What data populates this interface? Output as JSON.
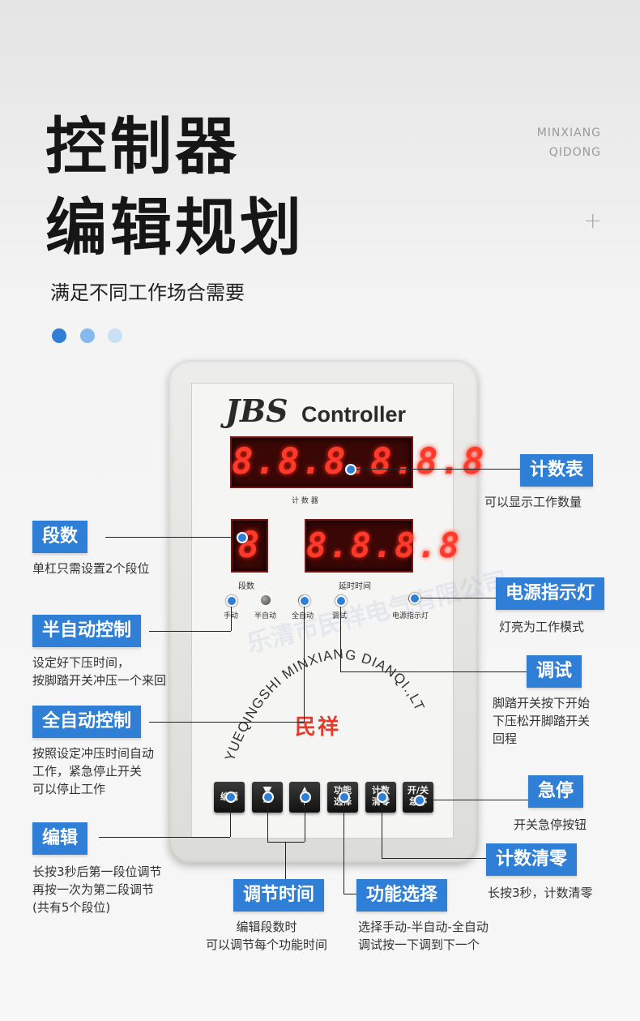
{
  "heading": {
    "line1": "控制器",
    "line2": "编辑规划",
    "subtitle": "满足不同工作场合需要"
  },
  "brand": {
    "line1": "MINXIANG",
    "line2": "QIDONG",
    "plus": "+"
  },
  "accent_colors": [
    "#2f7fd6",
    "#86b9ee",
    "#c9e0f7"
  ],
  "device": {
    "logo_jbs": "JBS",
    "logo_controller": "Controller",
    "counter_display": "8.8.8.8.8.8",
    "counter_label": "计 数 器",
    "segment_display": "8",
    "segment_label": "段数",
    "delay_display": "8.8.8.8",
    "delay_label": "延时时间",
    "mode_leds": [
      "手动",
      "半自动",
      "全自动",
      "调试"
    ],
    "power_led_label": "电源指示灯",
    "company_arc": "YUEQINGSHI MINXIANG DIANQI.,LTD",
    "brand_cn": "民祥",
    "watermark": "乐清市民祥电气有限公司",
    "buttons": [
      {
        "top": "编辑",
        "bottom": ""
      },
      {
        "top": "▼",
        "bottom": "—"
      },
      {
        "top": "▲",
        "bottom": "+"
      },
      {
        "top": "功能",
        "bottom": "选择"
      },
      {
        "top": "计数",
        "bottom": "清零"
      },
      {
        "top": "开/关",
        "bottom": "急停"
      }
    ]
  },
  "annotations": {
    "counter": {
      "title": "计数表",
      "desc": "可以显示工作数量"
    },
    "segment": {
      "title": "段数",
      "desc": "单杠只需设置2个段位"
    },
    "power": {
      "title": "电源指示灯",
      "desc": "灯亮为工作模式"
    },
    "semi_auto": {
      "title": "半自动控制",
      "desc": "设定好下压时间，\n按脚踏开关冲压一个来回"
    },
    "debug": {
      "title": "调试",
      "desc": "脚踏开关按下开始\n下压松开脚踏开关\n回程"
    },
    "full_auto": {
      "title": "全自动控制",
      "desc": "按照设定冲压时间自动\n工作，紧急停止开关\n可以停止工作"
    },
    "estop": {
      "title": "急停",
      "desc": "开关急停按钮"
    },
    "edit": {
      "title": "编辑",
      "desc": "长按3秒后第一段位调节\n再按一次为第二段调节\n(共有5个段位)"
    },
    "count_reset": {
      "title": "计数清零",
      "desc": "长按3秒，计数清零"
    },
    "adjust_time": {
      "title": "调节时间",
      "desc": "编辑段数时\n可以调节每个功能时间"
    },
    "function_select": {
      "title": "功能选择",
      "desc": "选择手动-半自动-全自动\n调试按一下调到下一个"
    }
  }
}
